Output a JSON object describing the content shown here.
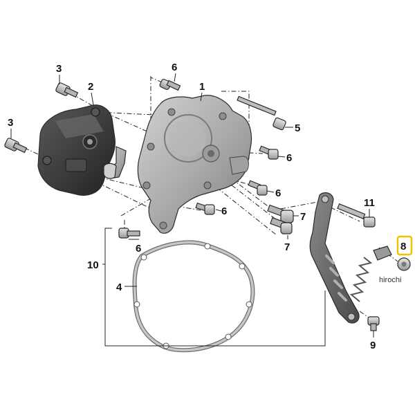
{
  "diagram": {
    "callouts": {
      "c1": "1",
      "c2": "2",
      "c3a": "3",
      "c3b": "3",
      "c4": "4",
      "c5": "5",
      "c6a": "6",
      "c6b": "6",
      "c6c": "6",
      "c6d": "6",
      "c6e": "6",
      "c7a": "7",
      "c7b": "7",
      "c8": "8",
      "c9": "9",
      "c10": "10",
      "c11": "11"
    },
    "highlighted_callout": "8",
    "watermark": "hirochi",
    "colors": {
      "housing_dark": "#3a3a3a",
      "cover_gray": "#a9a9a9",
      "bolt_gray": "#bcbcbc",
      "highlight": "#f2c200"
    }
  }
}
